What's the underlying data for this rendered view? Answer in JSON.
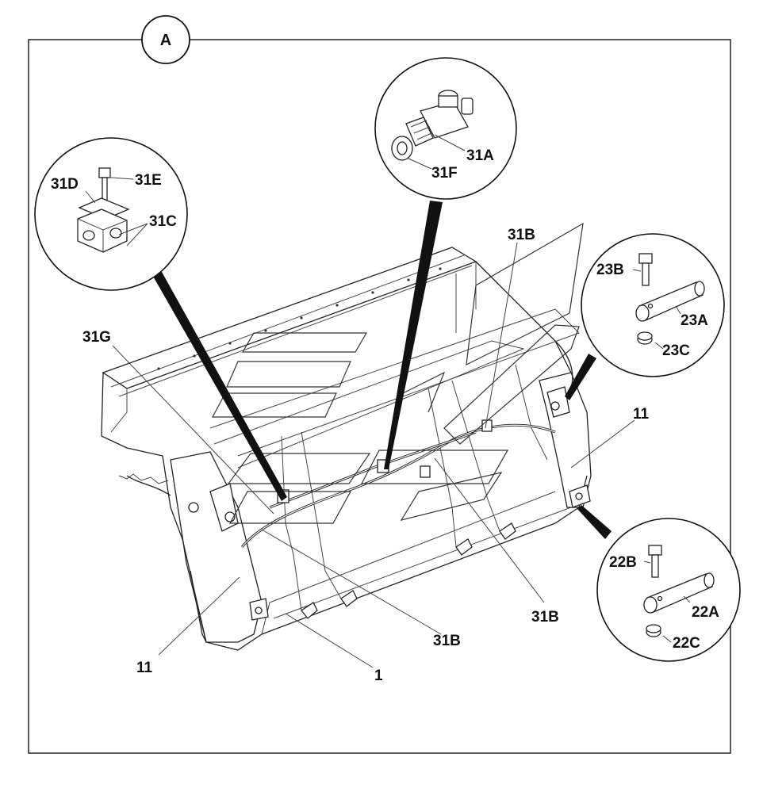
{
  "figure": {
    "view_tag": "A",
    "labels": {
      "l31E": "31E",
      "l31D": "31D",
      "l31C": "31C",
      "l31A": "31A",
      "l31F": "31F",
      "l31B_top": "31B",
      "l31G": "31G",
      "l23B": "23B",
      "l23A": "23A",
      "l23C": "23C",
      "l11_right": "11",
      "l22B": "22B",
      "l22A": "22A",
      "l22C": "22C",
      "l31B_mid": "31B",
      "l31B_bottom": "31B",
      "l11_left": "11",
      "l1": "1"
    }
  }
}
